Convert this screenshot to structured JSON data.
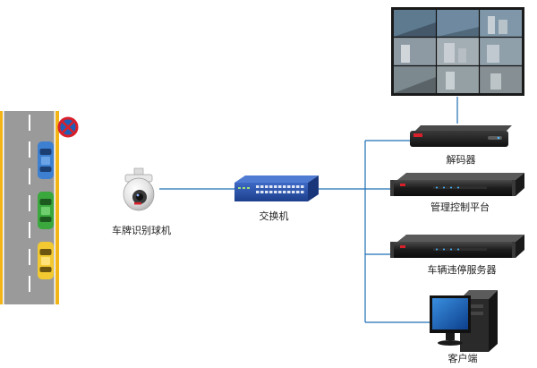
{
  "labels": {
    "camera": "车牌识别球机",
    "switch": "交换机",
    "decoder": "解码器",
    "management": "管理控制平台",
    "violation_server": "车辆违停服务器",
    "client": "客户端"
  },
  "colors": {
    "line": "#1f6fb5",
    "road": "#9a9a9a",
    "road_edge": "#f2b417",
    "switch": "#2a4fa6",
    "device": "#2c2c2c"
  },
  "icons": {
    "no_parking": "no-parking-sign-icon",
    "camera": "dome-camera-icon",
    "switch": "network-switch-icon",
    "monitor": "monitor-icon",
    "tower": "pc-tower-icon"
  }
}
